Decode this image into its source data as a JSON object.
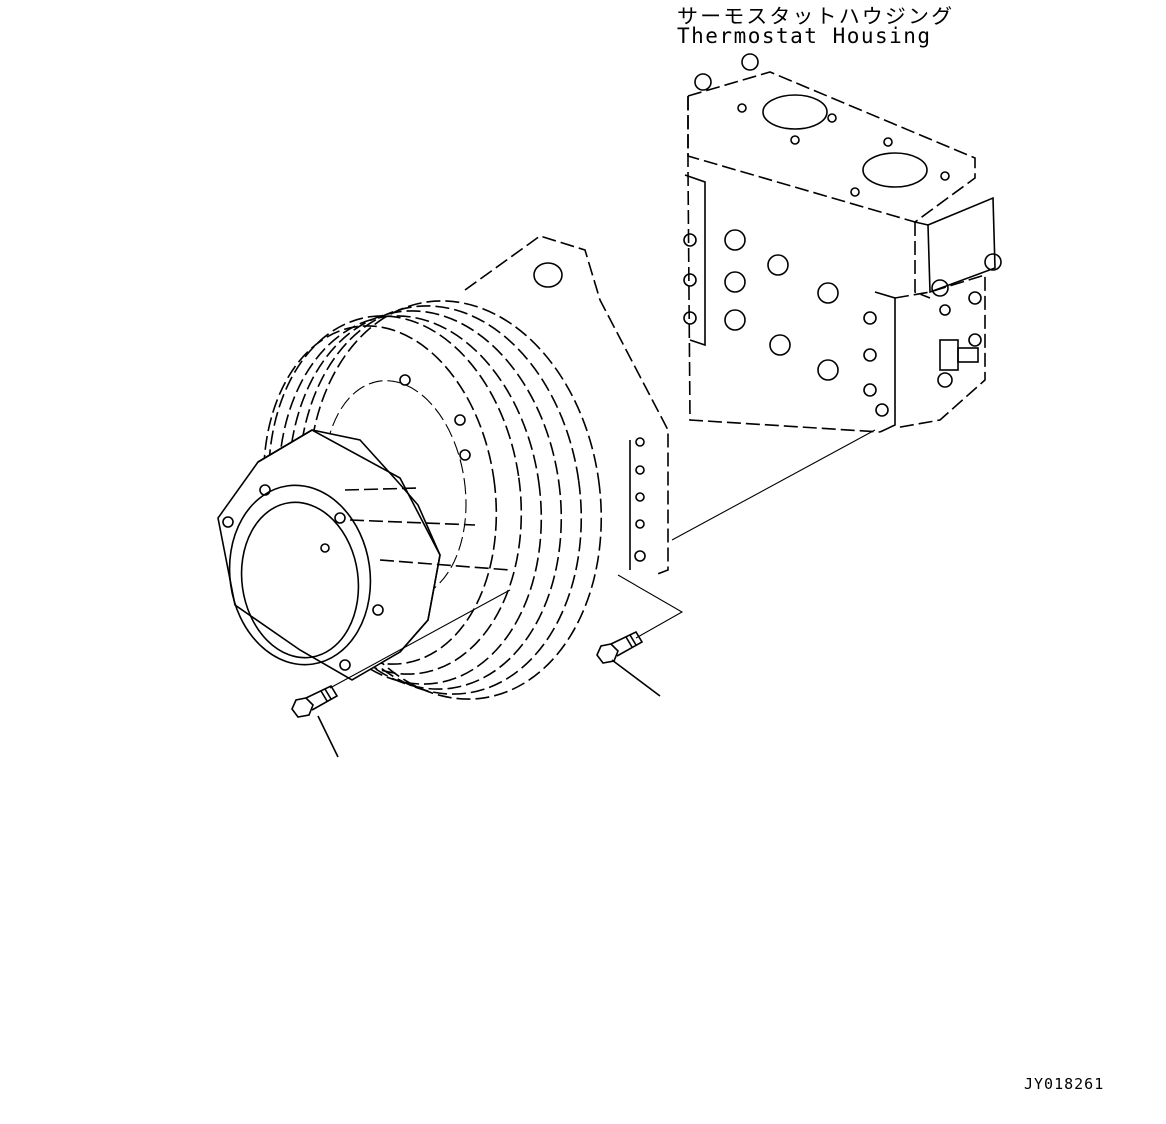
{
  "labels": {
    "part_name_jp": "サーモスタットハウジング",
    "part_name_en": "Thermostat Housing",
    "drawing_code": "JY018261"
  }
}
